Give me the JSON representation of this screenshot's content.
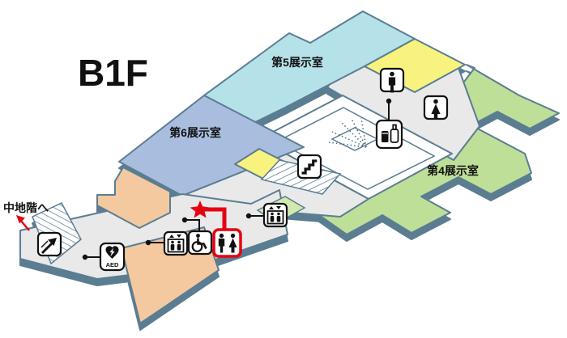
{
  "title": "B1F",
  "rooms": [
    {
      "id": "room5",
      "label": "第5展示室"
    },
    {
      "id": "room6",
      "label": "第6展示室"
    },
    {
      "id": "room4",
      "label": "第4展示室"
    }
  ],
  "mezzanine": {
    "label": "中地階へ"
  },
  "aed": {
    "label": "AED"
  },
  "current_location": {
    "marker": "red-star"
  },
  "route": {
    "description": "red-route-to-restroom",
    "highlighted_facility": "restroom"
  },
  "icons": [
    "escalator-icon",
    "aed-icon",
    "elevator-icon",
    "wheelchair-icon",
    "restroom-icon",
    "elevator-icon",
    "stairs-icon",
    "vending-machine-icon",
    "mens-restroom-icon",
    "womens-restroom-icon",
    "fountain-icon"
  ],
  "colors": {
    "c-room5": "#b5e1e9",
    "c-room6": "#a9bedf",
    "c-room4": "#bedf97",
    "c-yellow": "#f8f37e",
    "c-orange": "#f4c9a0",
    "c-lightgreen": "#d2e9b0",
    "c-floor": "#e9e9ea",
    "c-white": "#ffffff",
    "c-edge": "#5b7d92",
    "c-red": "#e60012"
  }
}
